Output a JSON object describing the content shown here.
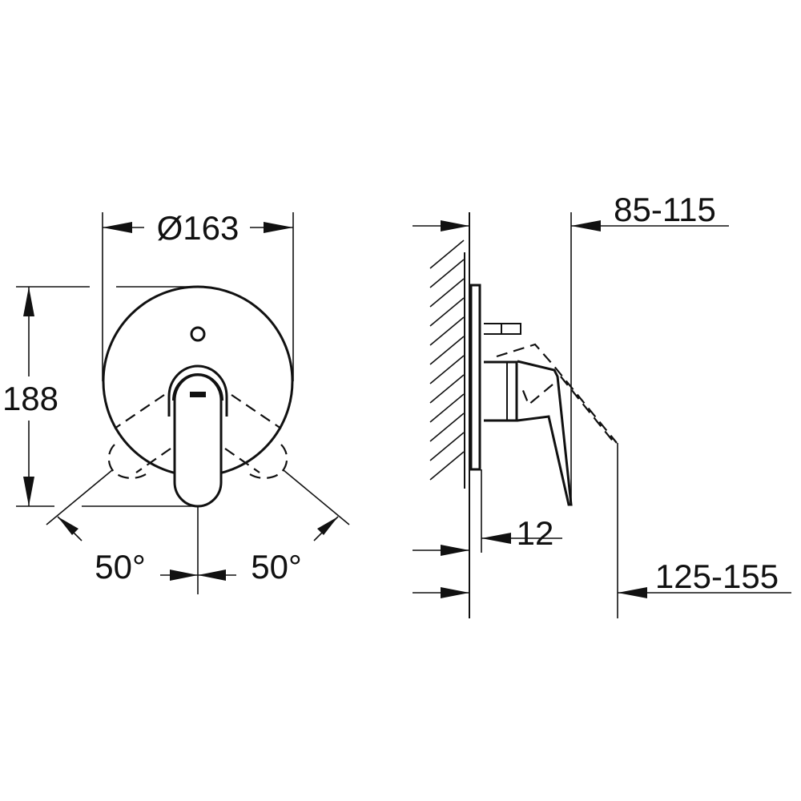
{
  "front_view": {
    "diameter_label": "Ø163",
    "height_label": "188",
    "angle_left_label": "50°",
    "angle_right_label": "50°"
  },
  "side_view": {
    "projection_label": "85-115",
    "plate_thickness_label": "12",
    "extended_projection_label": "125-155"
  }
}
